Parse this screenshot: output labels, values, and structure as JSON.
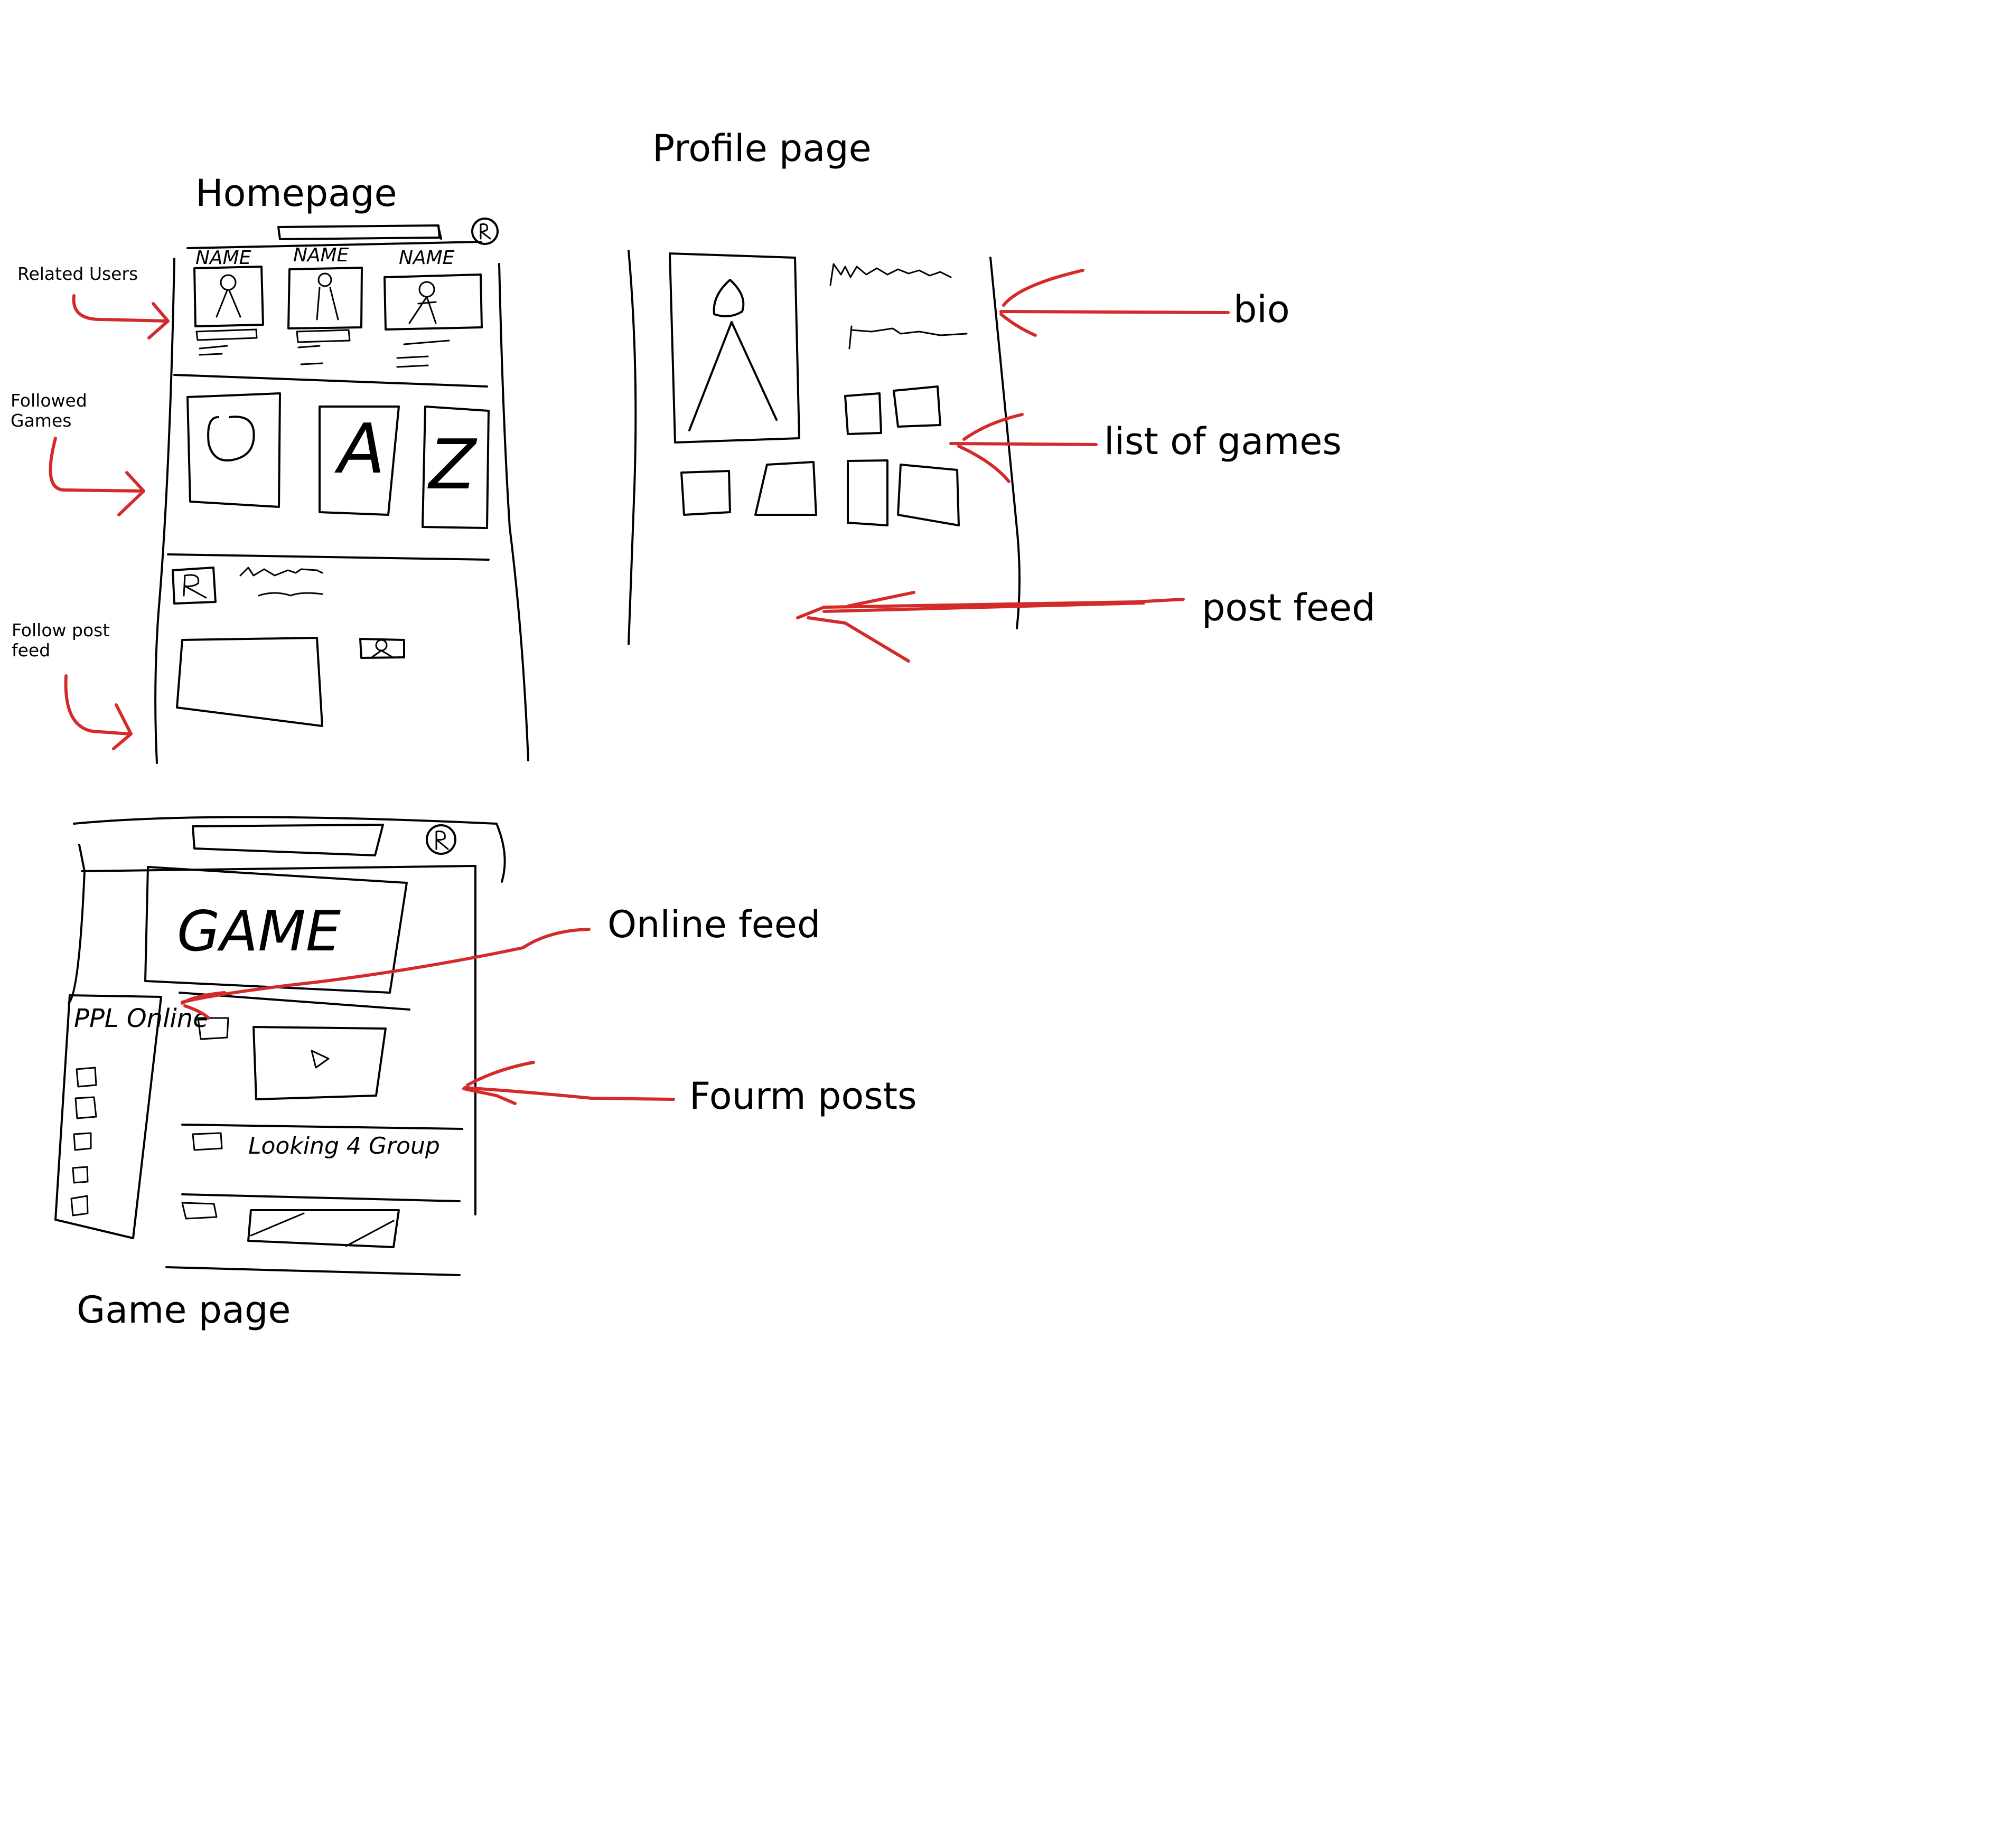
{
  "pages": {
    "homepage": {
      "title": "Homepage",
      "user_name_labels": [
        "NAME",
        "NAME",
        "NAME"
      ],
      "game_tile_letters": [
        "O",
        "A",
        "Z"
      ]
    },
    "profile": {
      "title": "Profile page"
    },
    "game": {
      "title": "Game page",
      "banner_text": "GAME",
      "online_list_header": "PPL Online",
      "forum_post_text": "Looking 4 Group"
    }
  },
  "annotations": {
    "related_users": "Related Users",
    "followed_games": "Followed Games",
    "follow_post_feed": "Follow post feed",
    "bio": "bio",
    "list_of_games": "list of games",
    "post_feed": "post feed",
    "online_feed": "Online feed",
    "forum_posts": "Fourm posts"
  },
  "colors": {
    "ink": "#000000",
    "annotation": "#d42a2a",
    "background": "#ffffff"
  }
}
